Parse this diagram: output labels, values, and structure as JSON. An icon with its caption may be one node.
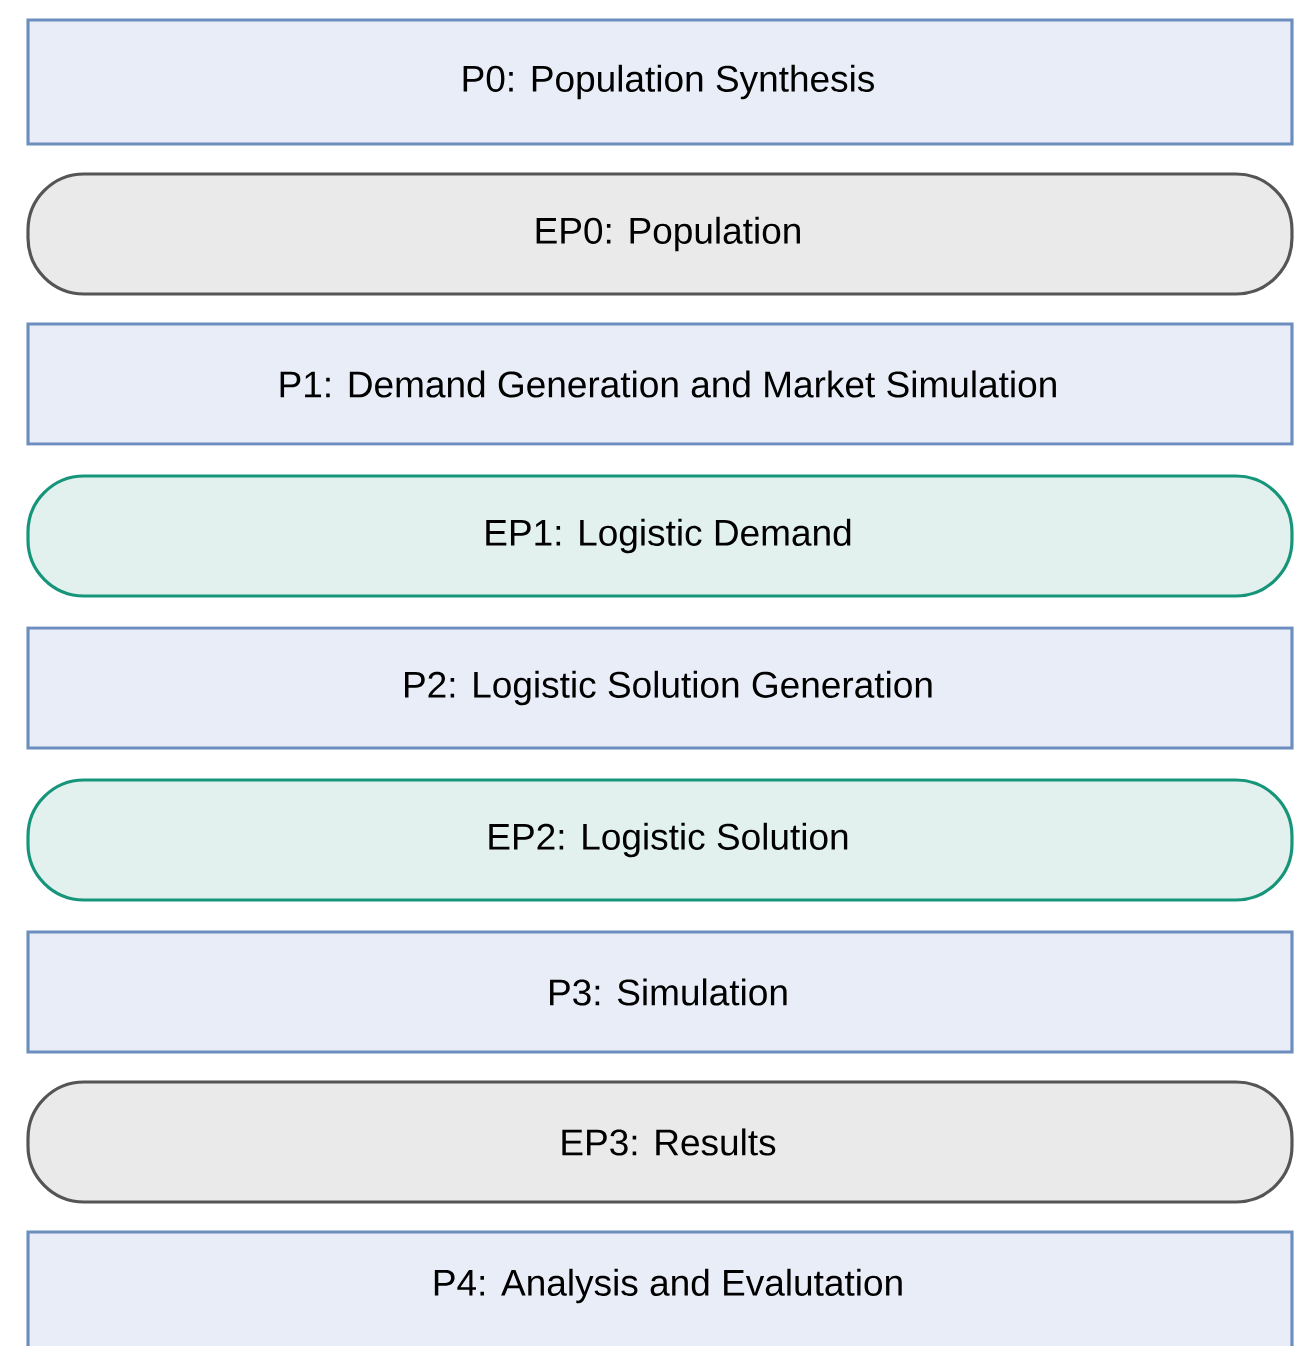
{
  "diagram": {
    "nodes": [
      {
        "text": [
          "P0: Population Synthesis"
        ]
      },
      {
        "text": [
          "EP0: Population"
        ]
      },
      {
        "text": [
          "P1: Demand Generation and Market Simulation"
        ]
      },
      {
        "text": [
          "EP1: Logistic Demand"
        ]
      },
      {
        "text": [
          "P2: Logistic Solution Generation"
        ]
      },
      {
        "text": [
          "EP2: Logistic Solution"
        ]
      },
      {
        "text": [
          "P3: Simulation"
        ]
      },
      {
        "text": [
          "EP3: Results"
        ]
      },
      {
        "text": [
          "P4: Analysis and Evalutation"
        ]
      }
    ]
  }
}
